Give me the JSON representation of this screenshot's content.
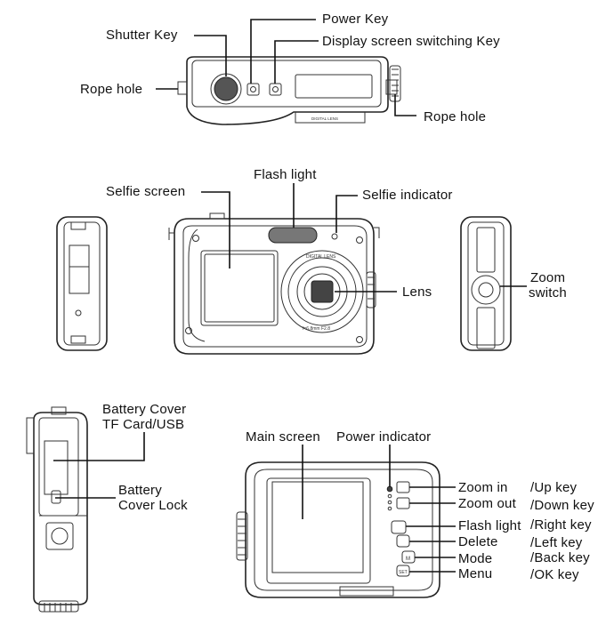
{
  "labels": {
    "shutter_key": "Shutter Key",
    "power_key": "Power Key",
    "display_switch_key": "Display screen switching Key",
    "rope_hole_left": "Rope hole",
    "rope_hole_right": "Rope hole",
    "selfie_screen": "Selfie screen",
    "flash_light": "Flash light",
    "selfie_indicator": "Selfie indicator",
    "lens": "Lens",
    "zoom_switch_line1": "Zoom",
    "zoom_switch_line2": "switch",
    "battery_cover_line1": "Battery Cover",
    "battery_cover_line2": "TF Card/USB",
    "battery_lock_line1": "Battery",
    "battery_lock_line2": "Cover Lock",
    "main_screen": "Main screen",
    "power_indicator": "Power indicator",
    "zoom_in": "Zoom in",
    "zoom_out": "Zoom out",
    "flash_light_key": "Flash light",
    "delete": "Delete",
    "mode": "Mode",
    "menu": "Menu",
    "up_key": "/Up key",
    "down_key": "/Down key",
    "right_key": "/Right key",
    "left_key": "/Left key",
    "back_key": "/Back key",
    "ok_key": "/OK key"
  },
  "printed_marks": {
    "top_brand": "DIGITAL LENS",
    "front_ring": "DIGITAL LENS",
    "front_spec": "f=6.8mm F2.8",
    "key_mode": "M",
    "key_menu": "SET"
  },
  "colors": {
    "line": "#222222",
    "text": "#111111",
    "background": "#ffffff"
  }
}
